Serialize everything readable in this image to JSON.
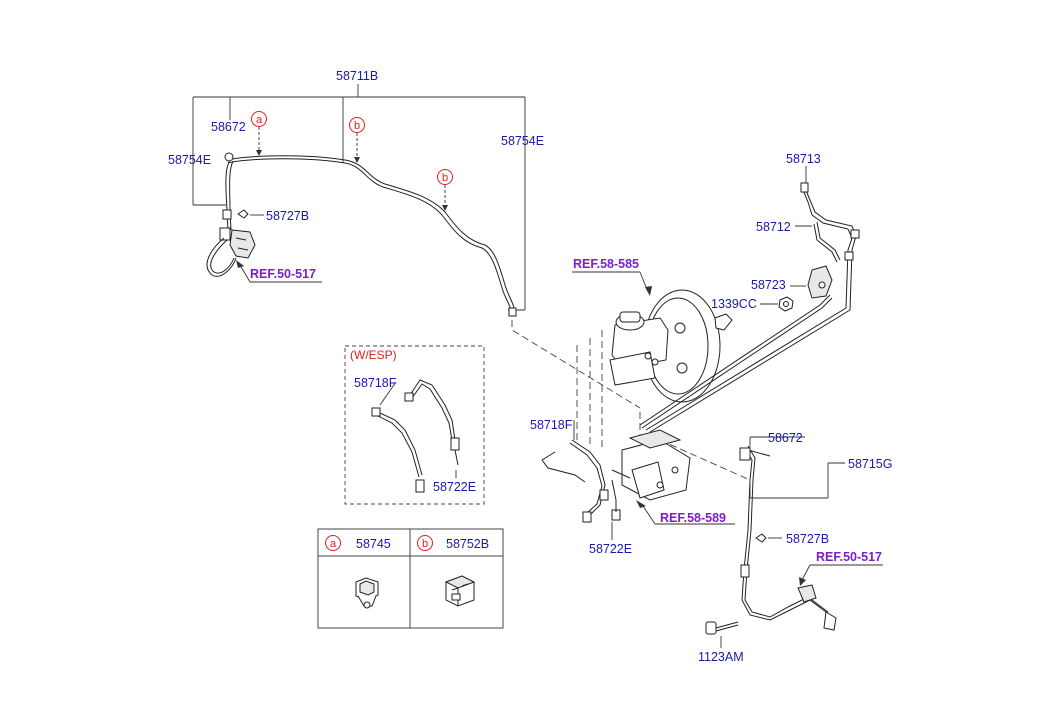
{
  "labels": {
    "p58711B": "58711B",
    "p58672_top": "58672",
    "p58754E_left": "58754E",
    "p58754E_right": "58754E",
    "p58727B_top": "58727B",
    "ref50517_top": "REF.50-517",
    "ref58585": "REF.58-585",
    "p58713": "58713",
    "p58712": "58712",
    "p58723": "58723",
    "p1339CC": "1339CC",
    "wesp": "(W/ESP)",
    "p58718F_inset": "58718F",
    "p58722E_inset": "58722E",
    "p58718F_main": "58718F",
    "p58722E_main": "58722E",
    "ref58589": "REF.58-589",
    "p58672_right": "58672",
    "p58715G": "58715G",
    "p58727B_right": "58727B",
    "ref50517_right": "REF.50-517",
    "p1123AM": "1123AM"
  },
  "markers": {
    "a": "a",
    "b": "b"
  },
  "legend": {
    "a_part": "58745",
    "b_part": "58752B"
  },
  "colors": {
    "part_number": "#1a1aa6",
    "reference": "#7b1fc9",
    "marker": "#e02020"
  }
}
